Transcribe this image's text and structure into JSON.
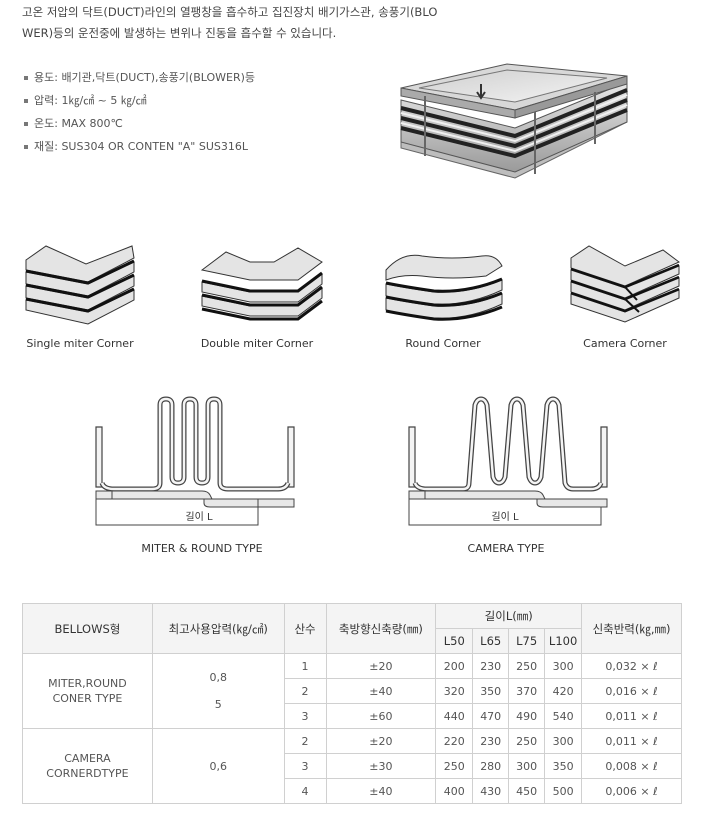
{
  "intro": {
    "line1": "고온 저압의 닥트(DUCT)라인의 열팽창을 흡수하고 집진장치 배기가스관, 송풍기(BLO",
    "line2": "WER)등의 운전중에 발생하는 변위나 진동을 흡수할 수 있습니다."
  },
  "specs": [
    "용도: 배기관,닥트(DUCT),송풍기(BLOWER)등",
    "압력: 1㎏/㎠ ~ 5 ㎏/㎠",
    "온도: MAX 800℃",
    "재질: SUS304 OR CONTEN \"A\" SUS316L"
  ],
  "corners": [
    {
      "label": "Single miter Corner"
    },
    {
      "label": "Double miter Corner"
    },
    {
      "label": "Round Corner"
    },
    {
      "label": "Camera Corner"
    }
  ],
  "profiles": [
    {
      "label": "MITER & ROUND TYPE",
      "dim": "길이 L"
    },
    {
      "label": "CAMERA TYPE",
      "dim": "길이 L"
    }
  ],
  "table": {
    "headers": {
      "type": "BELLOWS형",
      "pressure": "최고사용압력(㎏/㎠)",
      "peaks": "산수",
      "axial": "축방향신축량(㎜)",
      "length": "길이L(㎜)",
      "force": "신축반력(㎏,㎜)"
    },
    "length_cols": [
      "L50",
      "L65",
      "L75",
      "L100"
    ],
    "groups": [
      {
        "type_line1": "MITER,ROUND",
        "type_line2": "CONER TYPE",
        "pressure_line1": "0,8",
        "pressure_line2": "5",
        "rows": [
          {
            "peaks": "1",
            "axial": "±20",
            "l50": "200",
            "l65": "230",
            "l75": "250",
            "l100": "300",
            "force": "0,032 × ℓ"
          },
          {
            "peaks": "2",
            "axial": "±40",
            "l50": "320",
            "l65": "350",
            "l75": "370",
            "l100": "420",
            "force": "0,016 × ℓ"
          },
          {
            "peaks": "3",
            "axial": "±60",
            "l50": "440",
            "l65": "470",
            "l75": "490",
            "l100": "540",
            "force": "0,011 × ℓ"
          }
        ]
      },
      {
        "type_line1": "CAMERA",
        "type_line2": "CORNERDTYPE",
        "pressure_line1": "0,6",
        "rows": [
          {
            "peaks": "2",
            "axial": "±20",
            "l50": "220",
            "l65": "230",
            "l75": "250",
            "l100": "300",
            "force": "0,011 × ℓ"
          },
          {
            "peaks": "3",
            "axial": "±30",
            "l50": "250",
            "l65": "280",
            "l75": "300",
            "l100": "350",
            "force": "0,008 × ℓ"
          },
          {
            "peaks": "4",
            "axial": "±40",
            "l50": "400",
            "l65": "430",
            "l75": "450",
            "l100": "500",
            "force": "0,006 × ℓ"
          }
        ]
      }
    ]
  }
}
